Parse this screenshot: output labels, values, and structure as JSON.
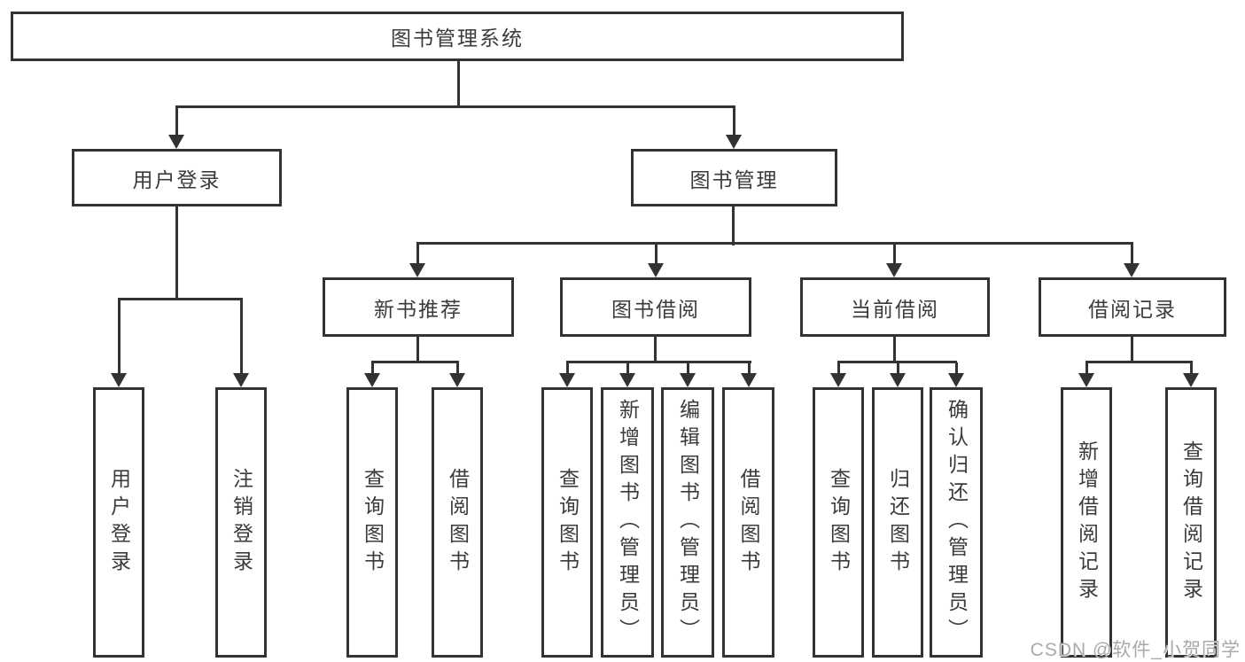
{
  "tree": {
    "root": {
      "label": "图书管理系统"
    },
    "branches": [
      {
        "label": "用户登录",
        "children": [
          {
            "label": "用户登录"
          },
          {
            "label": "注销登录"
          }
        ]
      },
      {
        "label": "图书管理",
        "children": [
          {
            "label": "新书推荐",
            "children": [
              {
                "label": "查询图书"
              },
              {
                "label": "借阅图书"
              }
            ]
          },
          {
            "label": "图书借阅",
            "children": [
              {
                "label": "查询图书"
              },
              {
                "label": "新增图书（管理员）"
              },
              {
                "label": "编辑图书（管理员）"
              },
              {
                "label": "借阅图书"
              }
            ]
          },
          {
            "label": "当前借阅",
            "children": [
              {
                "label": "查询图书"
              },
              {
                "label": "归还图书"
              },
              {
                "label": "确认归还（管理员）"
              }
            ]
          },
          {
            "label": "借阅记录",
            "children": [
              {
                "label": "新增借阅记录"
              },
              {
                "label": "查询借阅记录"
              }
            ]
          }
        ]
      }
    ]
  },
  "watermark": "CSDN @软件_小贺同学",
  "colors": {
    "line": "#333333",
    "text": "#3b3b3b",
    "watermark": "#a9a9a9",
    "background": "#ffffff"
  }
}
